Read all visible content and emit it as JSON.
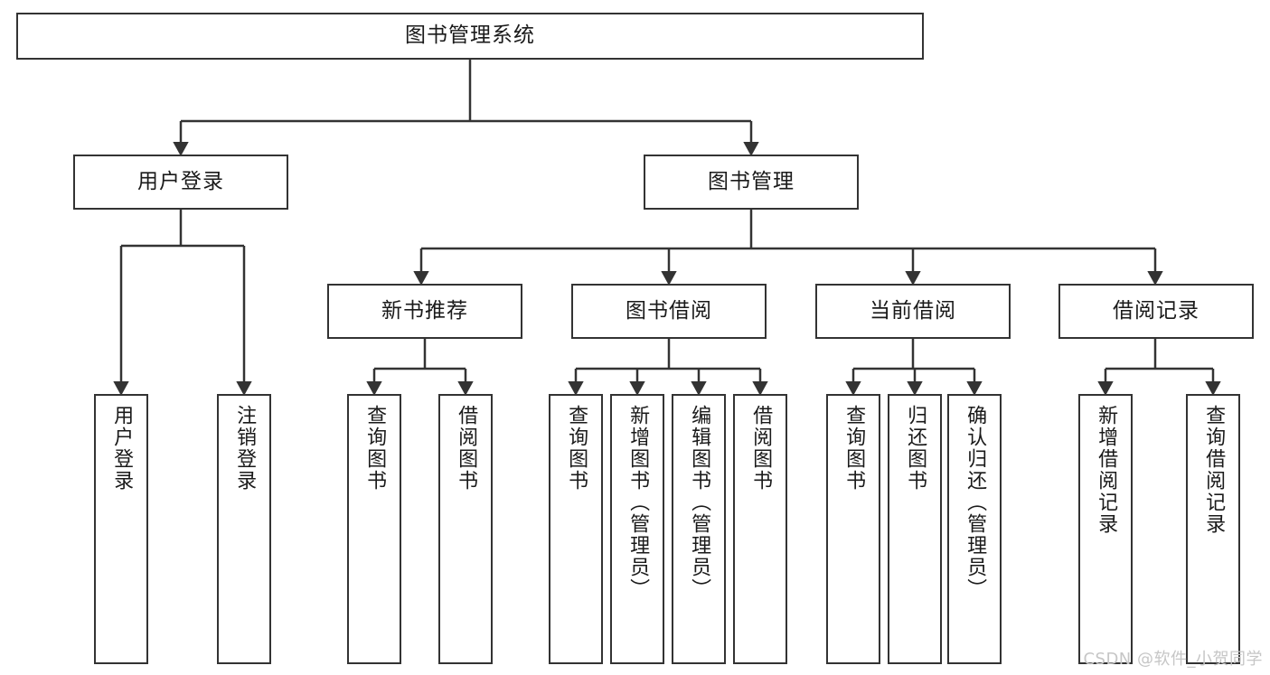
{
  "diagram": {
    "title": "图书管理系统",
    "type": "tree",
    "style": {
      "border_color": "#333333",
      "fill_color": "#ffffff",
      "text_color": "#1a1a1a",
      "background": "#ffffff",
      "watermark_color": "#c6c6c6"
    },
    "watermark": "CSDN @软件_小贺同学",
    "nodes": {
      "root": {
        "label": "图书管理系统"
      },
      "level2": [
        {
          "id": "user-login",
          "label": "用户登录"
        },
        {
          "id": "book-manage",
          "label": "图书管理"
        }
      ],
      "level3": [
        {
          "id": "new-book-recommend",
          "label": "新书推荐"
        },
        {
          "id": "book-borrow",
          "label": "图书借阅"
        },
        {
          "id": "current-borrow",
          "label": "当前借阅"
        },
        {
          "id": "borrow-record",
          "label": "借阅记录"
        }
      ],
      "leaves": {
        "user-login": [
          {
            "id": "leaf-user-login",
            "label": "用户登录"
          },
          {
            "id": "leaf-logout",
            "label": "注销登录"
          }
        ],
        "new-book-recommend": [
          {
            "id": "leaf-query-book-1",
            "label": "查询图书"
          },
          {
            "id": "leaf-borrow-book-1",
            "label": "借阅图书"
          }
        ],
        "book-borrow": [
          {
            "id": "leaf-query-book-2",
            "label": "查询图书"
          },
          {
            "id": "leaf-add-book",
            "label": "新增图书（管理员）"
          },
          {
            "id": "leaf-edit-book",
            "label": "编辑图书（管理员）"
          },
          {
            "id": "leaf-borrow-book-2",
            "label": "借阅图书"
          }
        ],
        "current-borrow": [
          {
            "id": "leaf-query-book-3",
            "label": "查询图书"
          },
          {
            "id": "leaf-return-book",
            "label": "归还图书"
          },
          {
            "id": "leaf-confirm-return",
            "label": "确认归还（管理员）"
          }
        ],
        "borrow-record": [
          {
            "id": "leaf-add-record",
            "label": "新增借阅记录"
          },
          {
            "id": "leaf-query-record",
            "label": "查询借阅记录"
          }
        ]
      }
    }
  }
}
